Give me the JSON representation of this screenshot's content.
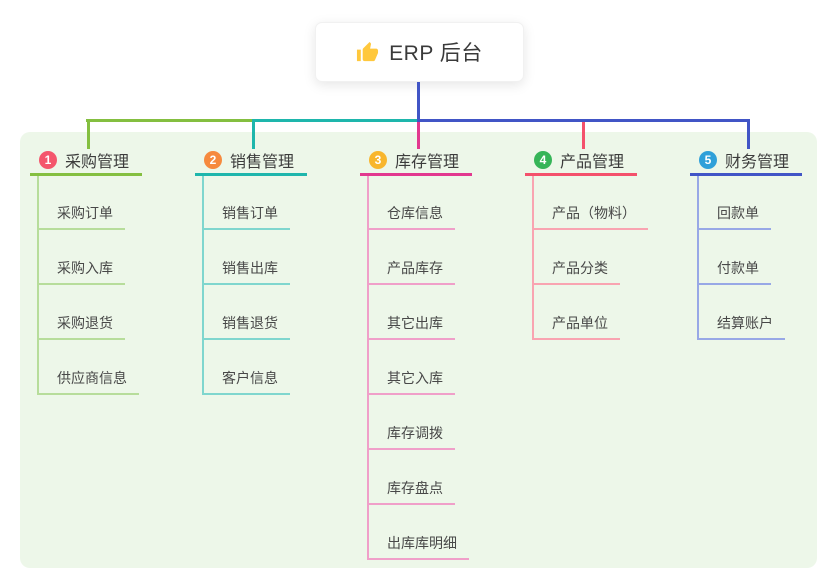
{
  "root": {
    "label": "ERP 后台",
    "icon": "thumbs-up-icon",
    "icon_color": "#FFC83D",
    "stem_color": "#4155C6"
  },
  "panel_color": "#EDF7E9",
  "branches": [
    {
      "id": "purchase",
      "badge": "1",
      "badge_color": "#F4566C",
      "color": "#84BF40",
      "light_color": "#B7DD9B",
      "label": "采购管理",
      "items": [
        "采购订单",
        "采购入库",
        "采购退货",
        "供应商信息"
      ]
    },
    {
      "id": "sales",
      "badge": "2",
      "badge_color": "#F68A3E",
      "color": "#1EB6AC",
      "light_color": "#7FD6CE",
      "label": "销售管理",
      "items": [
        "销售订单",
        "销售出库",
        "销售退货",
        "客户信息"
      ]
    },
    {
      "id": "inventory",
      "badge": "3",
      "badge_color": "#F8B62D",
      "color": "#E2388F",
      "light_color": "#F09FC9",
      "label": "库存管理",
      "items": [
        "仓库信息",
        "产品库存",
        "其它出库",
        "其它入库",
        "库存调拨",
        "库存盘点",
        "出库库明细"
      ]
    },
    {
      "id": "product",
      "badge": "4",
      "badge_color": "#36B558",
      "color": "#F4516C",
      "light_color": "#F9A4B1",
      "label": "产品管理",
      "items": [
        "产品（物料）",
        "产品分类",
        "产品单位"
      ]
    },
    {
      "id": "finance",
      "badge": "5",
      "badge_color": "#2FA0D9",
      "color": "#4155C6",
      "light_color": "#98A8E6",
      "label": "财务管理",
      "items": [
        "回款单",
        "付款单",
        "结算账户"
      ]
    }
  ]
}
